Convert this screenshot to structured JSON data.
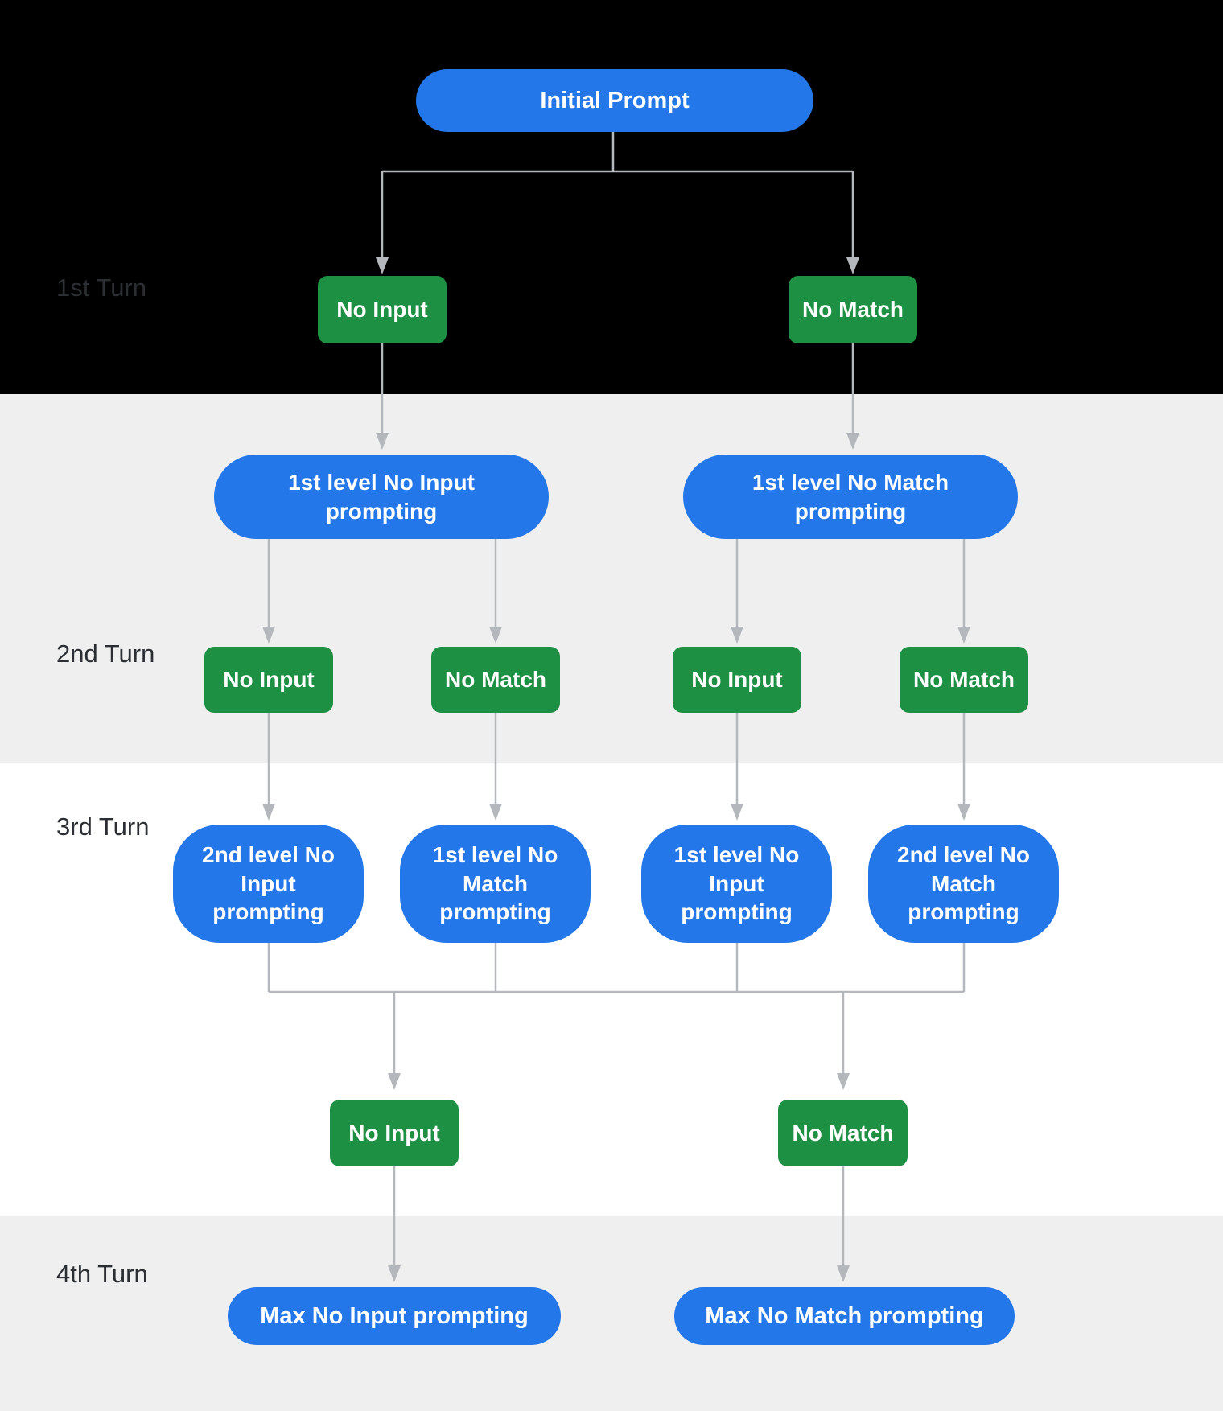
{
  "diagram": {
    "root_node": "Initial Prompt",
    "turn1": {
      "label": "1st Turn",
      "events": [
        "No Input",
        "No Match"
      ]
    },
    "turn2": {
      "label": "2nd Turn",
      "prompts": [
        "1st level No Input prompting",
        "1st level No Match prompting"
      ],
      "events": [
        "No Input",
        "No Match",
        "No Input",
        "No Match"
      ]
    },
    "turn3": {
      "label": "3rd Turn",
      "prompts": [
        "2nd level No Input prompting",
        "1st level No Match prompting",
        "1st level No Input prompting",
        "2nd level No Match prompting"
      ],
      "events": [
        "No Input",
        "No Match"
      ]
    },
    "turn4": {
      "label": "4th Turn",
      "prompts": [
        "Max No Input prompting",
        "Max No Match prompting"
      ]
    },
    "palette": {
      "node_blue": "#2377e8",
      "node_green": "#1e9044",
      "band_black": "#000000",
      "band_gray": "#efeff0",
      "band_white": "#ffffff",
      "connector_gray": "#b4b8bc",
      "label_text": "#2b2e32",
      "node_text": "#ffffff"
    }
  }
}
